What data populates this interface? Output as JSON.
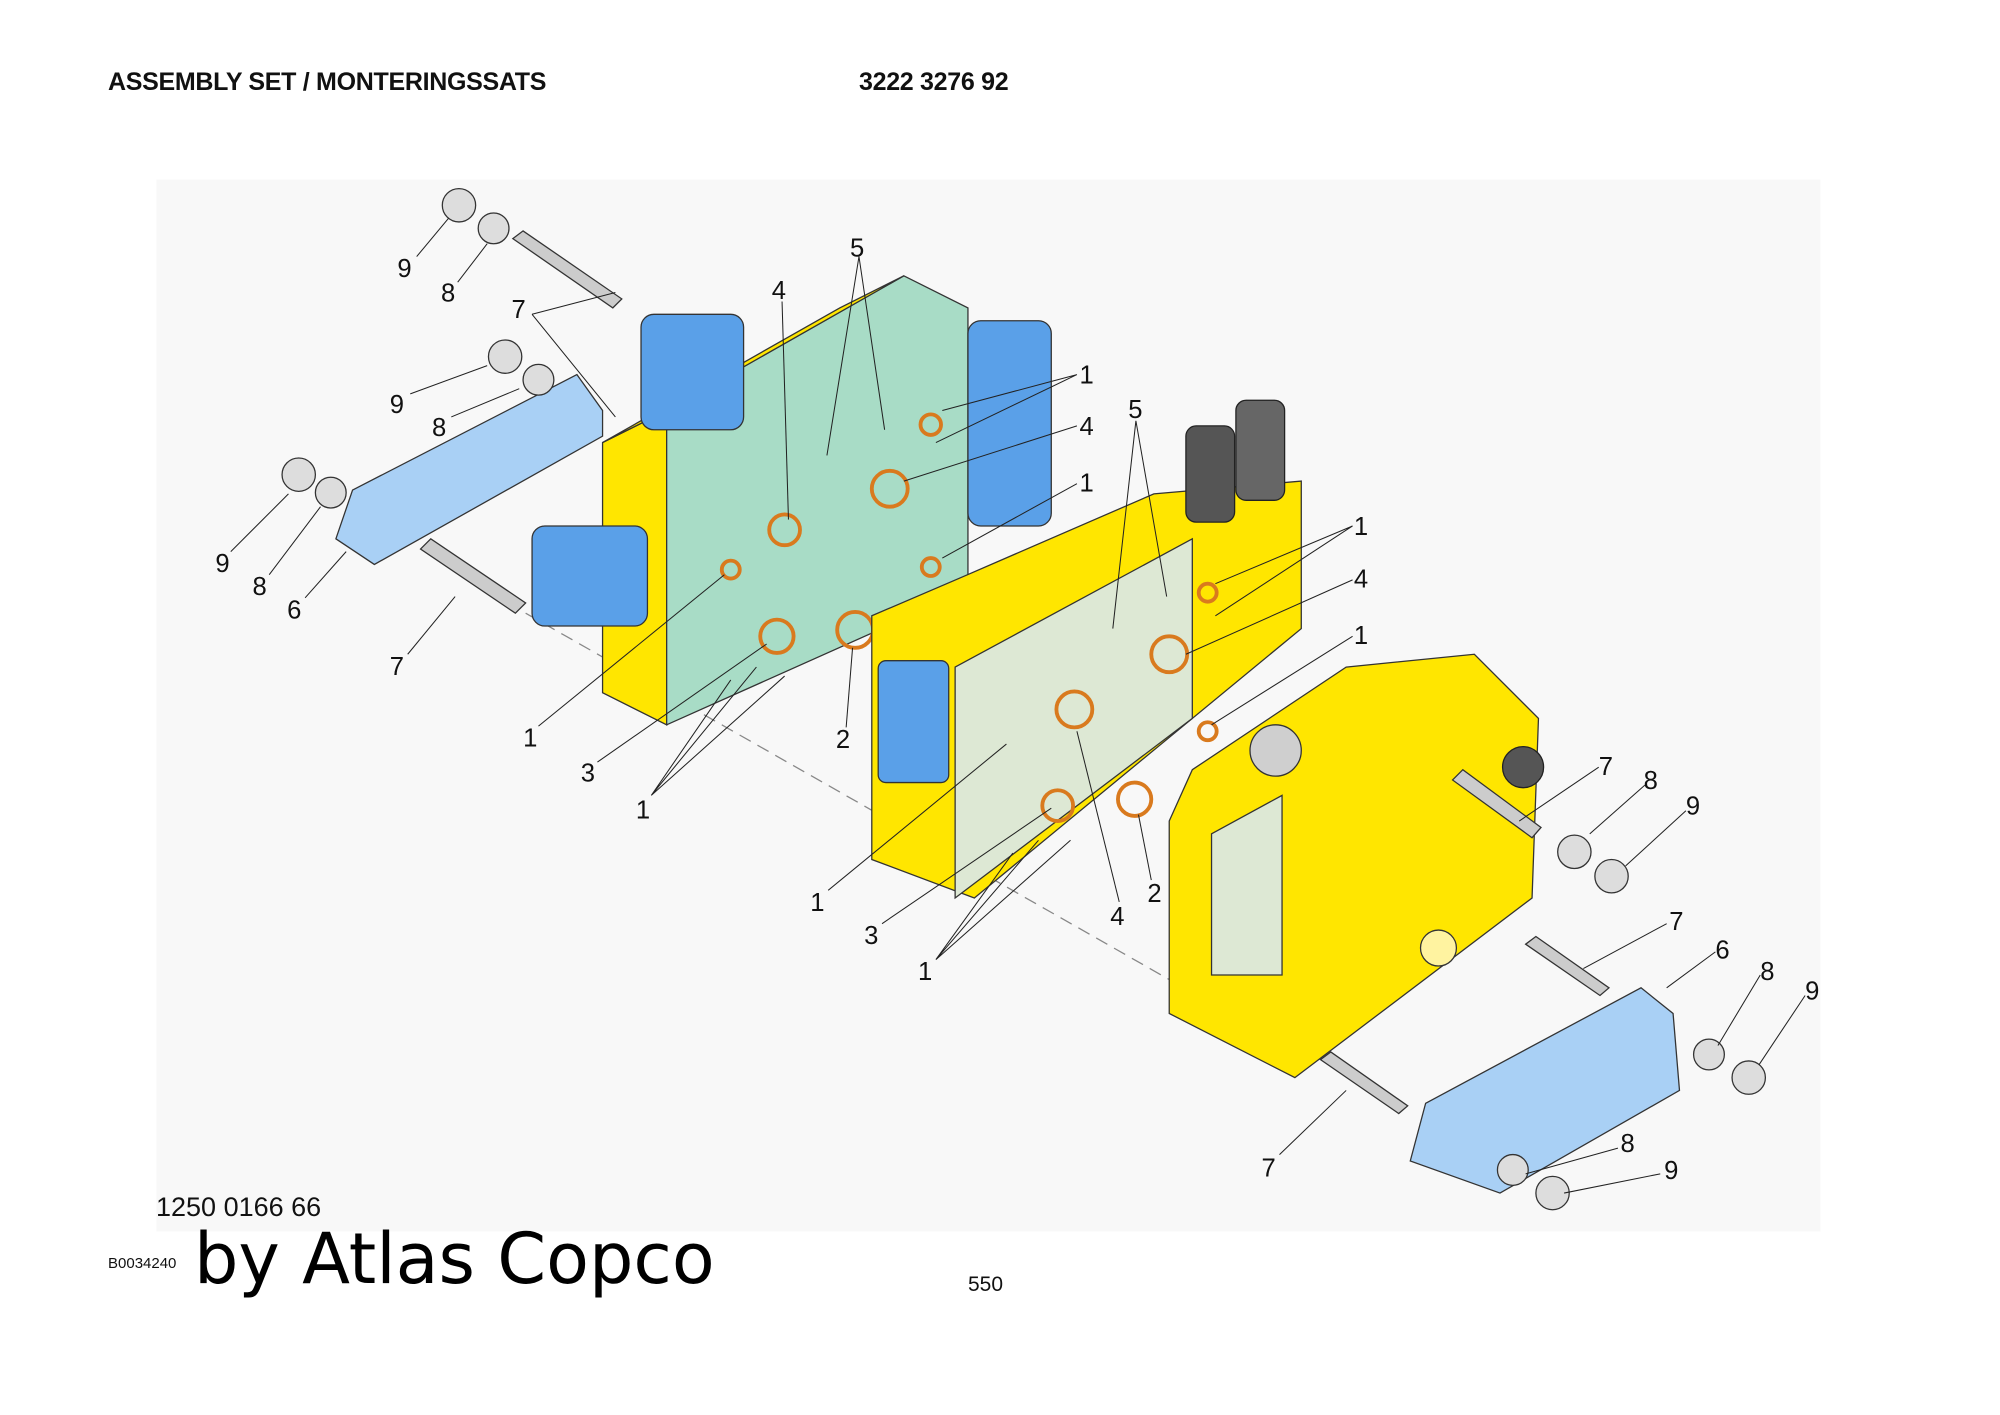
{
  "header": {
    "title": "ASSEMBLY SET / MONTERINGSSATS",
    "part_number": "3222 3276 92"
  },
  "footer": {
    "kit_number": "1250 0166 66",
    "image_id": "B0034240",
    "brand": "by Atlas Copco",
    "page_number": "550"
  },
  "colors": {
    "yellow": "#ffe600",
    "green_block": "#a8dcc6",
    "light_block": "#dde8d4",
    "blue": "#5aa0e8",
    "bracket": "#a9d0f5",
    "oring": "#d97a1e"
  },
  "callouts": [
    "9",
    "8",
    "7",
    "4",
    "5",
    "9",
    "8",
    "1",
    "4",
    "1",
    "9",
    "8",
    "6",
    "7",
    "1",
    "3",
    "1",
    "2",
    "5",
    "1",
    "4",
    "1",
    "7",
    "8",
    "9",
    "1",
    "3",
    "1",
    "4",
    "2",
    "7",
    "6",
    "8",
    "9",
    "7",
    "8",
    "9"
  ]
}
